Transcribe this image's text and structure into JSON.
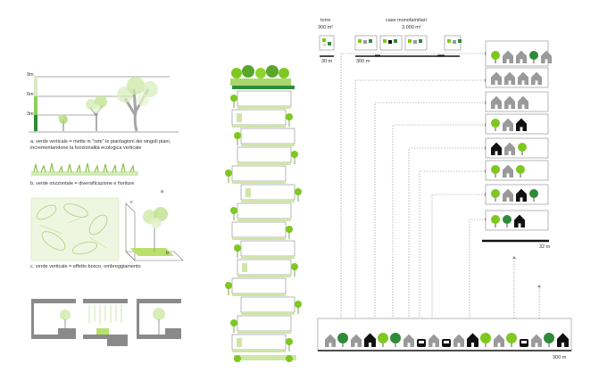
{
  "tree_heights": {
    "h9": "9m",
    "h6": "6m",
    "h3": "3m"
  },
  "captions": {
    "a_line1": "a. verde verticale = mette in \"rete\" le piantagioni dei singoli piani,",
    "a_line2": "incrementandone la funzionalità ecologica verticale",
    "b": "b. verde orizzontale = diversificazione e fioriture",
    "c": "c. verde verticale = effetto bosco, ombreggiamento"
  },
  "inset_labels": {
    "a": "a",
    "b": "b",
    "c": "c"
  },
  "comparison": {
    "tower_title": "torre",
    "tower_area": "300 m²",
    "tower_scale": "30 m",
    "houses_title": "case monofamiliari",
    "houses_area": "3.000 m²",
    "houses_scale": "300 m",
    "stack_scale": "32 m",
    "ground_scale": "300 m"
  },
  "colors": {
    "green_dark": "#2e8b3a",
    "green_light": "#7ec820",
    "green_pale": "#cfe6a8",
    "grey": "#9a9a9a",
    "black": "#111111"
  }
}
